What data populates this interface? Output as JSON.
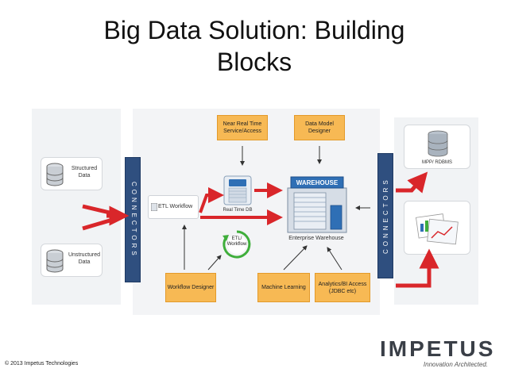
{
  "title": "Big Data Solution: Building Blocks",
  "title_line1": "Big Data Solution: Building",
  "title_line2": "Blocks",
  "connectors_label": "CONNECTORS",
  "sources": {
    "structured": "Structured Data",
    "unstructured": "Unstructured Data"
  },
  "top": {
    "near_real_time": "Near Real Time Service/Access",
    "data_model_designer": "Data Model Designer"
  },
  "center": {
    "etl_workflow": "ETL Workflow",
    "real_time_db": "Real Time DB",
    "warehouse_sign": "WAREHOUSE",
    "enterprise_warehouse": "Enterprise Warehouse",
    "etl_cycle": "ETL/ Workflow"
  },
  "bottom": {
    "workflow_designer": "Workflow Designer",
    "machine_learning": "Machine Learning",
    "analytics_bi": "Analytics/BI Access (JDBC etc)"
  },
  "outputs": {
    "mpp_rdbms": "MPP/ RDBMS"
  },
  "footer": {
    "copyright": "© 2013 Impetus Technologies",
    "logo": "IMPETUS",
    "tagline": "Innovation Architected."
  },
  "colors": {
    "arrow_red": "#d9262a",
    "connector_blue": "#2f4f7f",
    "orange_box": "#f7b954",
    "warehouse_blue": "#2f6fb5"
  }
}
